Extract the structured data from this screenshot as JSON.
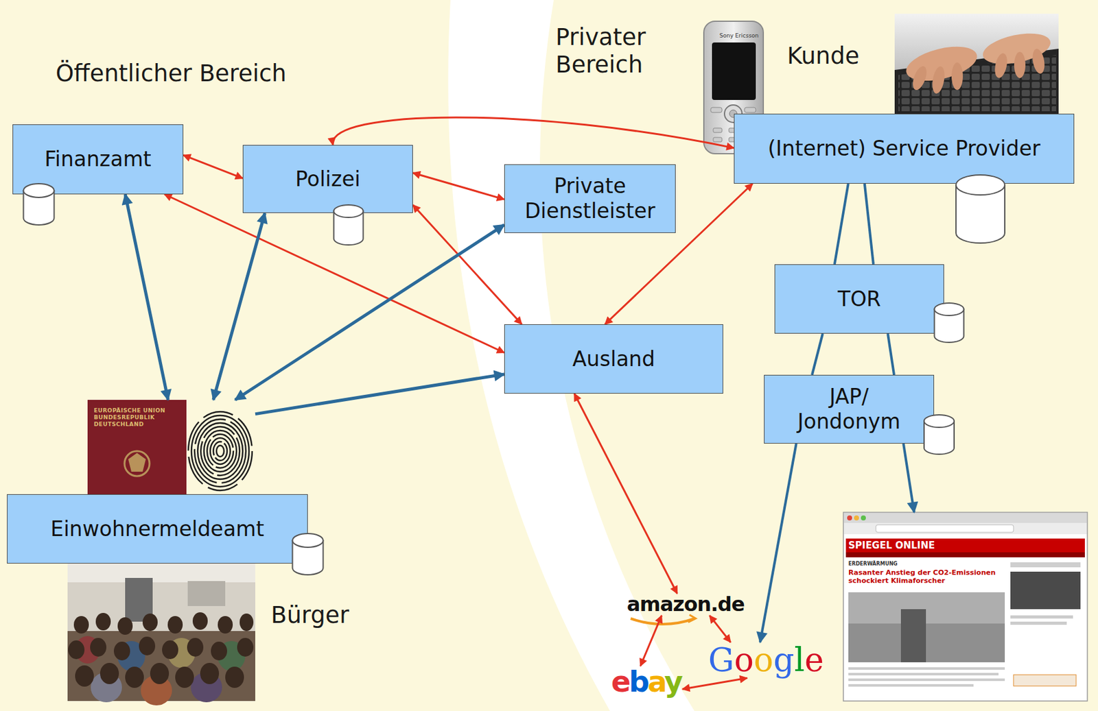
{
  "diagram": {
    "nodes": [
      {
        "text": [
          "Finanzamt"
        ]
      },
      {
        "text": [
          "Polizei"
        ]
      },
      {
        "text": [
          "Private Dienstleister"
        ]
      },
      {
        "text": [
          "(Internet) Service Provider"
        ]
      },
      {
        "text": [
          "TOR"
        ]
      },
      {
        "text": [
          "Ausland"
        ]
      },
      {
        "text": [
          "JAP/ Jondonym"
        ]
      },
      {
        "text": [
          "EUROPÄISCHE UNION BUNDESREPUBLIK DEUTSCHLAND"
        ]
      },
      {
        "text": [
          "Einwohnermeldeamt"
        ]
      },
      {
        "text": [
          "amazon.de"
        ]
      },
      {
        "text": [
          "Google"
        ]
      },
      {
        "text": [
          "ebay"
        ]
      },
      {
        "text": [
          "SPIEGEL ONLINE",
          "ERDERWÄRMUNG",
          "Rasanter Anstieg der CO2-Emissionen schockiert Klimaforscher"
        ]
      }
    ],
    "edges": [
      {
        "from": 0,
        "to": 1,
        "arrow": "both"
      },
      {
        "from": 1,
        "to": 2,
        "arrow": "both"
      },
      {
        "from": 1,
        "to": 3,
        "arrow": "both"
      },
      {
        "from": 0,
        "to": 5,
        "arrow": "both"
      },
      {
        "from": 1,
        "to": 5,
        "arrow": "both"
      },
      {
        "from": 3,
        "to": 5,
        "arrow": "both"
      },
      {
        "from": 5,
        "to": 9,
        "arrow": "both"
      },
      {
        "from": 9,
        "to": 11,
        "arrow": "both"
      },
      {
        "from": 9,
        "to": 10,
        "arrow": "both"
      },
      {
        "from": 11,
        "to": 10,
        "arrow": "both"
      },
      {
        "from": 0,
        "to": 7,
        "arrow": "both"
      },
      {
        "from": 1,
        "to": 7,
        "arrow": "both"
      },
      {
        "from": 2,
        "to": 7,
        "arrow": "both"
      },
      {
        "from": 7,
        "to": 5,
        "arrow": "to"
      },
      {
        "from": 3,
        "to": 4,
        "arrow": "none"
      },
      {
        "from": 3,
        "to": 4,
        "arrow": "none"
      },
      {
        "from": 4,
        "to": 6,
        "arrow": "none"
      },
      {
        "from": 4,
        "to": 6,
        "arrow": "none"
      },
      {
        "from": 6,
        "to": 10,
        "arrow": "to"
      },
      {
        "from": 6,
        "to": 12,
        "arrow": "to"
      }
    ],
    "labels": [
      "Öffentlicher Bereich",
      "Privater Bereich",
      "Sony Ericsson",
      "Kunde",
      "Bürger"
    ]
  }
}
